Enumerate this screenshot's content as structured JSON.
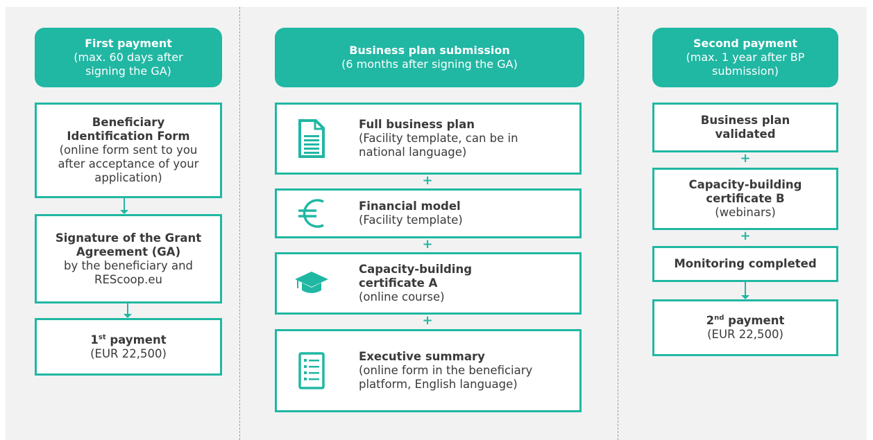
{
  "columns": [
    {
      "header": {
        "title": "First payment",
        "subtitle": "(max. 60 days after signing the GA)"
      },
      "steps": [
        {
          "title": "Beneficiary Identification Form",
          "desc": "(online form sent to you after acceptance of your application)"
        },
        {
          "title": "Signature of the Grant Agreement (GA)",
          "desc": "by the beneficiary and REScoop.eu"
        },
        {
          "title_base": "1",
          "title_sup": "st",
          "title_rest": " payment",
          "desc": "(EUR 22,500)"
        }
      ]
    },
    {
      "header": {
        "title": "Business plan submission",
        "subtitle": "(6 months after signing the GA)"
      },
      "steps": [
        {
          "icon": "document-icon",
          "title": "Full business plan",
          "desc": "(Facility template, can be in national language)"
        },
        {
          "icon": "euro-icon",
          "title": "Financial model",
          "desc": "(Facility template)"
        },
        {
          "icon": "graduation-cap-icon",
          "title": "Capacity-building certificate A",
          "desc": "(online course)"
        },
        {
          "icon": "checklist-icon",
          "title": "Executive summary",
          "desc": "(online form in the beneficiary platform, English language)"
        }
      ]
    },
    {
      "header": {
        "title": "Second payment",
        "subtitle": "(max. 1 year after BP submission)"
      },
      "steps": [
        {
          "title": "Business plan validated"
        },
        {
          "title": "Capacity-building certificate B",
          "desc": "(webinars)"
        },
        {
          "title": "Monitoring completed"
        },
        {
          "title_base": "2",
          "title_sup": "nd",
          "title_rest": " payment",
          "desc": "(EUR 22,500)"
        }
      ]
    }
  ],
  "connector_plus": "+",
  "colors": {
    "accent": "#20b7a3",
    "panel": "#f2f2f2",
    "text": "#3a3a3a"
  }
}
